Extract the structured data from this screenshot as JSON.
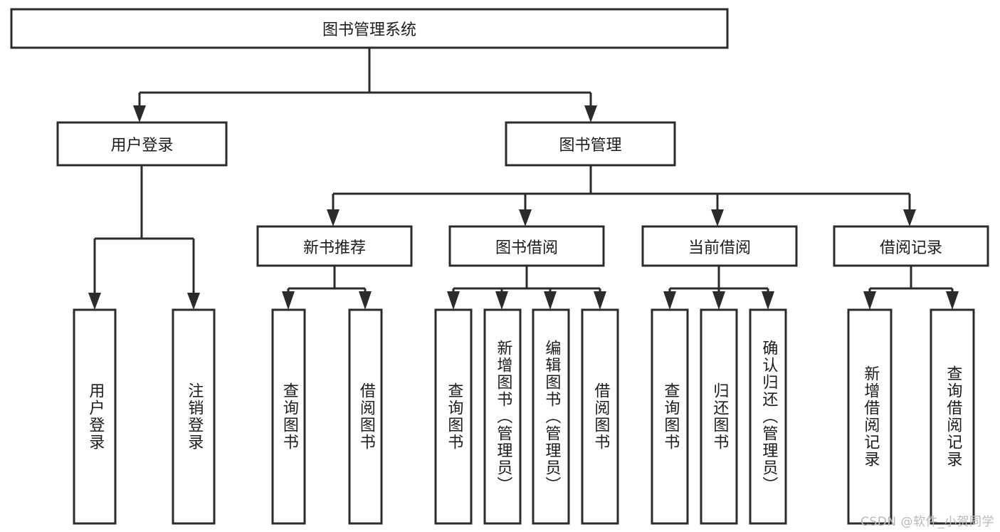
{
  "diagram": {
    "title": "图书管理系统",
    "type": "tree-hierarchy",
    "root": {
      "id": "root",
      "label": "图书管理系统",
      "orientation": "horizontal"
    },
    "level1": [
      {
        "id": "user-login",
        "label": "用户登录",
        "orientation": "horizontal"
      },
      {
        "id": "book-management",
        "label": "图书管理",
        "orientation": "horizontal"
      }
    ],
    "level2": [
      {
        "id": "new-book-recommend",
        "label": "新书推荐",
        "orientation": "horizontal",
        "parent": "book-management"
      },
      {
        "id": "book-borrow",
        "label": "图书借阅",
        "orientation": "horizontal",
        "parent": "book-management"
      },
      {
        "id": "current-borrow",
        "label": "当前借阅",
        "orientation": "horizontal",
        "parent": "book-management"
      },
      {
        "id": "borrow-record",
        "label": "借阅记录",
        "orientation": "horizontal",
        "parent": "book-management"
      }
    ],
    "leaves": [
      {
        "id": "leaf-user-login",
        "label": "用户登录",
        "orientation": "vertical",
        "parent": "user-login"
      },
      {
        "id": "leaf-logout-login",
        "label": "注销登录",
        "orientation": "vertical",
        "parent": "user-login"
      },
      {
        "id": "leaf-query-book-1",
        "label": "查询图书",
        "orientation": "vertical",
        "parent": "new-book-recommend"
      },
      {
        "id": "leaf-borrow-book-1",
        "label": "借阅图书",
        "orientation": "vertical",
        "parent": "new-book-recommend"
      },
      {
        "id": "leaf-query-book-2",
        "label": "查询图书",
        "orientation": "vertical",
        "parent": "book-borrow"
      },
      {
        "id": "leaf-add-book",
        "label": "新增图书（管理员）",
        "orientation": "vertical",
        "parent": "book-borrow"
      },
      {
        "id": "leaf-edit-book",
        "label": "编辑图书（管理员）",
        "orientation": "vertical",
        "parent": "book-borrow"
      },
      {
        "id": "leaf-borrow-book-2",
        "label": "借阅图书",
        "orientation": "vertical",
        "parent": "book-borrow"
      },
      {
        "id": "leaf-query-book-3",
        "label": "查询图书",
        "orientation": "vertical",
        "parent": "current-borrow"
      },
      {
        "id": "leaf-return-book",
        "label": "归还图书",
        "orientation": "vertical",
        "parent": "current-borrow"
      },
      {
        "id": "leaf-confirm-return",
        "label": "确认归还（管理员）",
        "orientation": "vertical",
        "parent": "current-borrow"
      },
      {
        "id": "leaf-add-record",
        "label": "新增借阅记录",
        "orientation": "vertical",
        "parent": "borrow-record"
      },
      {
        "id": "leaf-query-record",
        "label": "查询借阅记录",
        "orientation": "vertical",
        "parent": "borrow-record"
      }
    ],
    "colors": {
      "box_stroke": "#2b2b2b",
      "box_fill": "#ffffff",
      "connector": "#2b2b2b",
      "text": "#1c1c1c",
      "background": "#ffffff",
      "watermark": "#b9b9b9"
    }
  },
  "watermark": {
    "text": "CSDN @软件_小贺同学"
  }
}
